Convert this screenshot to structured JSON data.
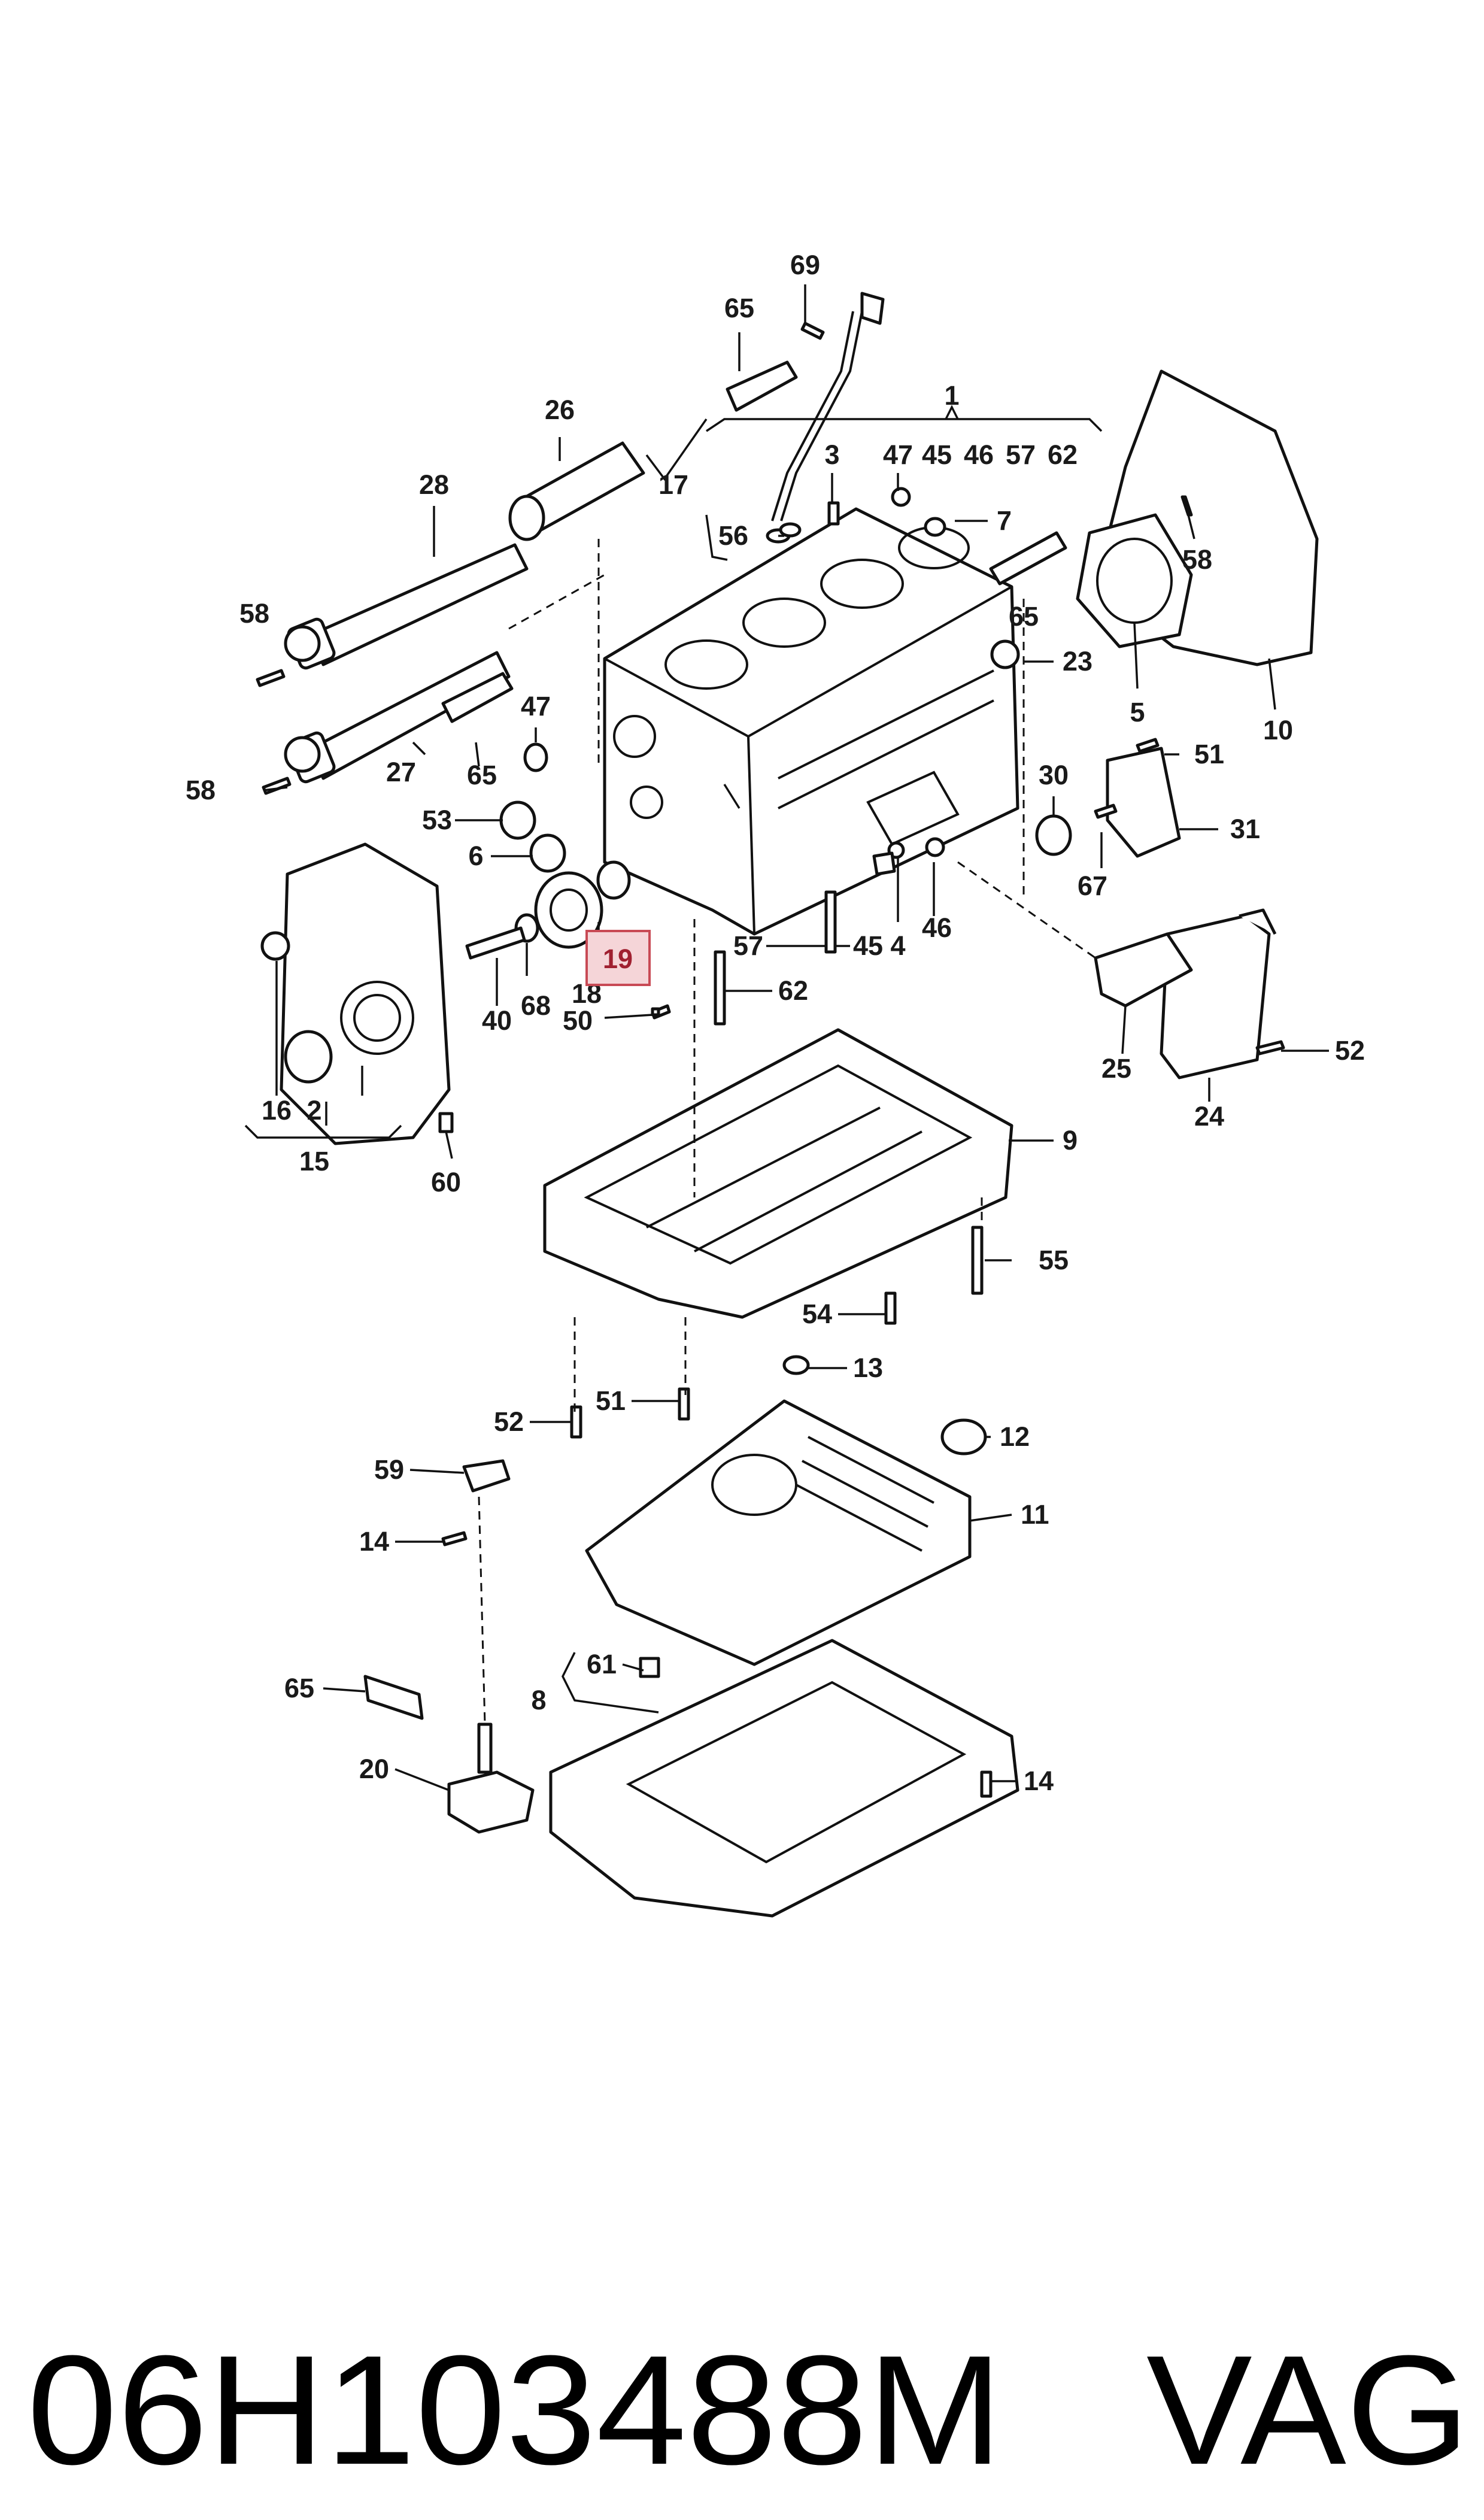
{
  "diagram": {
    "callouts": {
      "c69": "69",
      "c65a": "65",
      "c1": "1",
      "c3": "3",
      "c47a": "47",
      "c45a": "45",
      "c46a": "46",
      "c57a": "57",
      "c62a": "62",
      "c26": "26",
      "c28": "28",
      "c17": "17",
      "c56": "56",
      "c7": "7",
      "c58a": "58",
      "c65b": "65",
      "c23": "23",
      "c58b": "58",
      "c5": "5",
      "c10": "10",
      "c47b": "47",
      "c27": "27",
      "c65c": "65",
      "c58c": "58",
      "c30": "30",
      "c51a": "51",
      "c31": "31",
      "c53": "53",
      "c6": "6",
      "c67": "67",
      "c45b": "45",
      "c46b": "46",
      "c57b": "57",
      "c4": "4",
      "c40": "40",
      "c68": "68",
      "c18": "18",
      "c50": "50",
      "c62b": "62",
      "c16": "16",
      "c2": "2",
      "c15": "15",
      "c25": "25",
      "c52a": "52",
      "c24": "24",
      "c60": "60",
      "c9": "9",
      "c55": "55",
      "c54": "54",
      "c13": "13",
      "c51b": "51",
      "c52b": "52",
      "c12": "12",
      "c59": "59",
      "c11": "11",
      "c14a": "14",
      "c61": "61",
      "c8": "8",
      "c65d": "65",
      "c20": "20",
      "c14b": "14"
    },
    "highlighted_callout": "19",
    "highlight_color": "#f5d5d8",
    "highlight_border": "#c84a55"
  },
  "caption": {
    "part_number": "06H103488M",
    "brand": "VAG"
  }
}
